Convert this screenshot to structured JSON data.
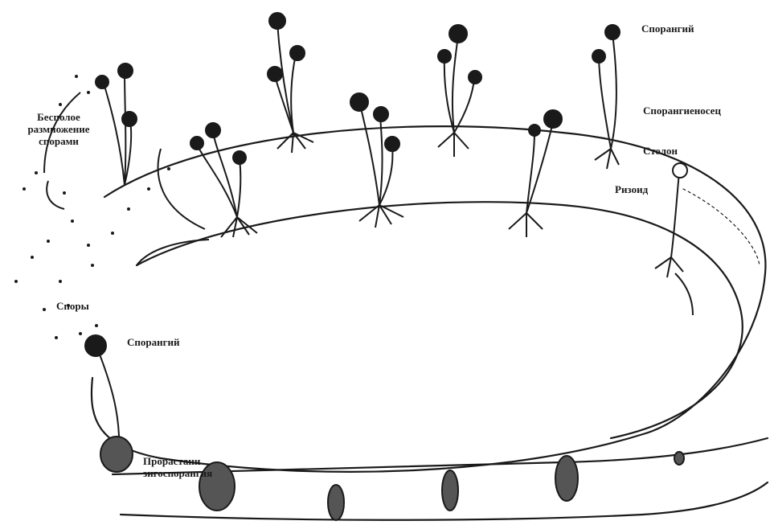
{
  "labels": {
    "sporangium_top": "Спорангий",
    "sporangiophore": "Спорангиеносец",
    "stolon": "Столон",
    "rhizoid": "Ризоид",
    "asexual_line1": "Бесполое",
    "asexual_line2": "размножение",
    "asexual_line3": "спорами",
    "spores": "Споры",
    "sporangium_bottom": "Спорангий",
    "germination_line1": "Прорастани",
    "germination_line2": "зигоспорангия"
  },
  "colors": {
    "ink": "#1a1a1a",
    "background": "#ffffff"
  }
}
